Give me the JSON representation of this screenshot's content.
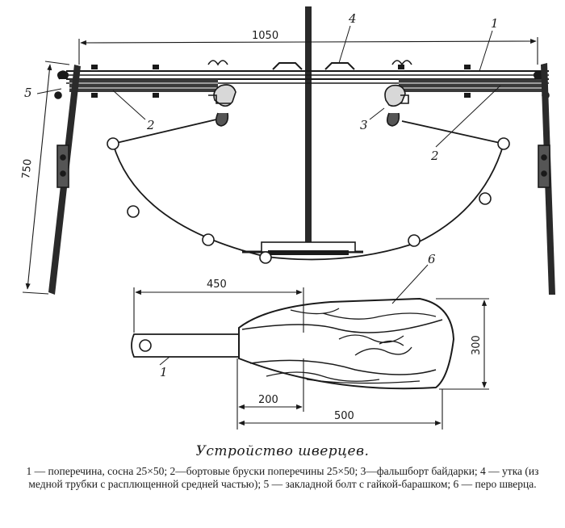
{
  "figure": {
    "title": "Устройство шверцев.",
    "legend": "1 — поперечина, сосна 25×50; 2—бортовые бруски поперечины 25×50; 3—фальшборт байдарки; 4 — утка (из медной трубки с расплющенной средней частью); 5 — закладной болт с гайкой-барашком; 6 — перо шверца."
  },
  "dimensions": {
    "span": "1050",
    "leeboard_length": "750",
    "handle_length": "450",
    "blade_width": "300",
    "overlap": "200",
    "blade_length": "500"
  },
  "callouts": {
    "c1": "1",
    "c2a": "2",
    "c2b": "2",
    "c3": "3",
    "c4": "4",
    "c5": "5",
    "c6": "6",
    "c1b": "1"
  },
  "colors": {
    "ink": "#1a1a1a",
    "paper": "#ffffff"
  }
}
